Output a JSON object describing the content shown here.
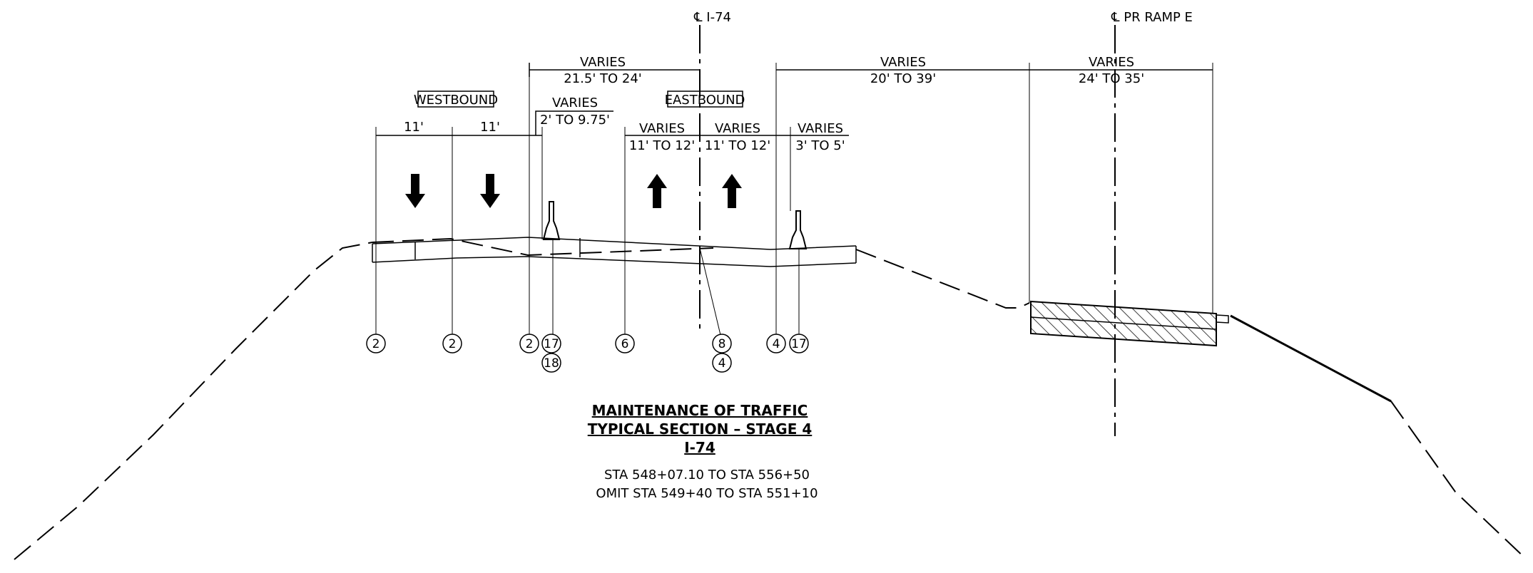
{
  "centerlines": {
    "i74": "℄ I-74",
    "ramp": "℄ PR RAMP E"
  },
  "labels": {
    "westbound": "WESTBOUND",
    "eastbound": "EASTBOUND"
  },
  "dimensions": {
    "top_varies_1": "VARIES",
    "top_range_1": "21.5' TO 24'",
    "top_varies_2": "VARIES",
    "top_range_2": "20' TO 39'",
    "top_varies_3": "VARIES",
    "top_range_3": "24' TO 35'",
    "shoulder_varies": "VARIES",
    "shoulder_range": "2' TO 9.75'",
    "wb_lane_1": "11'",
    "wb_lane_2": "11'",
    "eb_varies_1": "VARIES",
    "eb_range_1": "11' TO 12'",
    "eb_varies_2": "VARIES",
    "eb_range_2": "11' TO 12'",
    "eb_varies_3": "VARIES",
    "eb_range_3": "3' TO 5'"
  },
  "callouts": [
    "2",
    "2",
    "2",
    "17",
    "18",
    "6",
    "8",
    "4",
    "4",
    "17"
  ],
  "title": {
    "line1": "MAINTENANCE OF TRAFFIC",
    "line2": "TYPICAL SECTION – STAGE 4",
    "line3": "I-74",
    "sta1": "STA 548+07.10 TO STA 556+50",
    "sta2": "OMIT STA 549+40 TO STA 551+10"
  },
  "colors": {
    "ink": "#000000",
    "background": "#ffffff"
  }
}
